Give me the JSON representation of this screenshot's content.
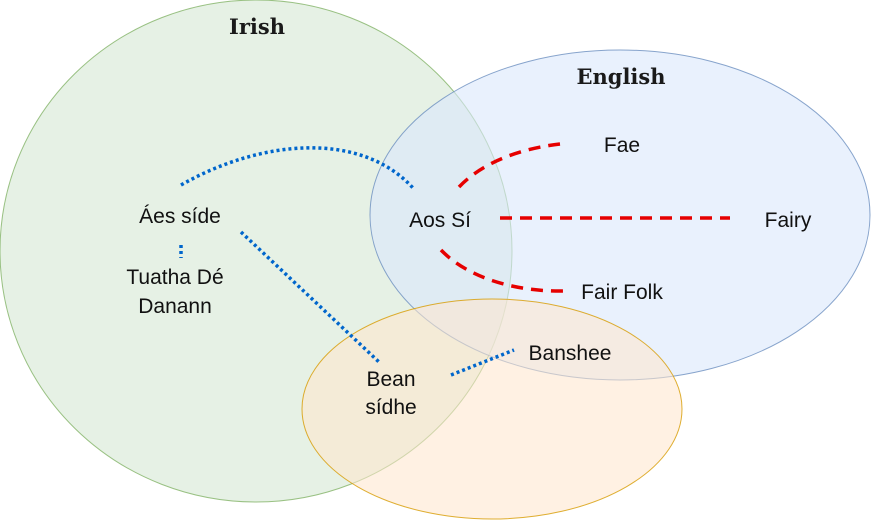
{
  "sets": {
    "irish": {
      "label": "Irish",
      "fill": "#d5e8d4",
      "stroke": "#82b366"
    },
    "english": {
      "label": "English",
      "fill": "#dae8fc",
      "stroke": "#6c8ebf"
    },
    "shared": {
      "fill": "#ffe6cc",
      "stroke": "#d79b00"
    }
  },
  "terms": {
    "aes_side": "Áes síde",
    "tuatha_line1": "Tuatha Dé",
    "tuatha_line2": "Danann",
    "aos_si": "Aos Sí",
    "fae": "Fae",
    "fairy": "Fairy",
    "fair_folk": "Fair Folk",
    "bean_line1": "Bean",
    "bean_line2": "sídhe",
    "banshee": "Banshee"
  },
  "link_colors": {
    "irish_links": "#0066cc",
    "english_links": "#e60000"
  }
}
